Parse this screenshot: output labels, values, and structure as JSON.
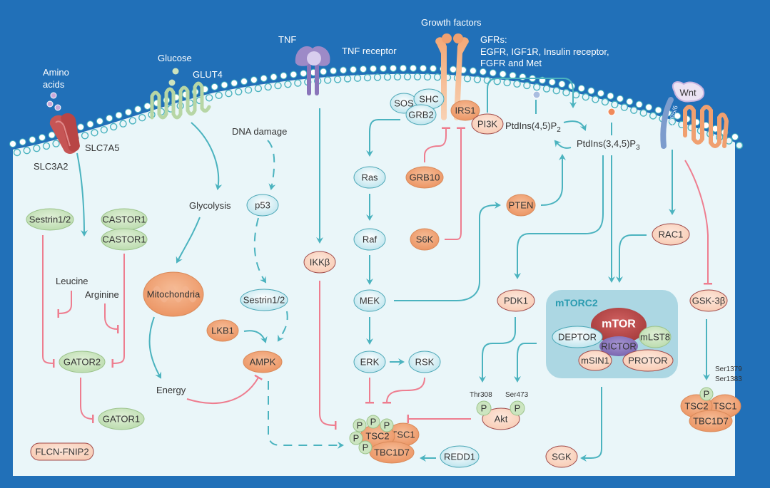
{
  "colors": {
    "background": "#2170b8",
    "cytoplasm": "#eaf6f9",
    "activation_arrow": "#4bb3bf",
    "inhibition_line": "#ee7d8f",
    "node_blue": "#d3eef3",
    "node_orange": "#f0a77a",
    "node_peach": "#fbd6c3",
    "node_green": "#cbe4bf",
    "mtorc2_box": "#acd7e3",
    "mtor": "#b84a4a",
    "rictor": "#8f7bc0"
  },
  "extracellular": {
    "amino_acids": "Amino\nacids",
    "amino_acids_l1": "Amino",
    "amino_acids_l2": "acids",
    "glucose": "Glucose",
    "glut4": "GLUT4",
    "tnf": "TNF",
    "tnf_receptor": "TNF receptor",
    "growth_factors": "Growth factors",
    "gfrs_l1": "GFRs:",
    "gfrs_l2": "EGFR, IGF1R, Insulin receptor,",
    "gfrs_l3": "FGFR and Met",
    "wnt": "Wnt",
    "lrp": "LRP5/6"
  },
  "membrane": {
    "slc7a5": "SLC7A5",
    "slc3a2": "SLC3A2"
  },
  "nodes": {
    "sestrin_left": "Sestrin1/2",
    "castor1_a": "CASTOR1",
    "castor1_b": "CASTOR1",
    "leucine": "Leucine",
    "arginine": "Arginine",
    "gator2": "GATOR2",
    "gator1": "GATOR1",
    "flcn": "FLCN-FNIP2",
    "glycolysis": "Glycolysis",
    "mitochondria": "Mitochondria",
    "energy": "Energy",
    "dna_damage": "DNA damage",
    "p53": "p53",
    "sestrin_mid": "Sestrin1/2",
    "lkb1": "LKB1",
    "ampk": "AMPK",
    "ikkb": "IKKβ",
    "sos": "SOS",
    "shc": "SHC",
    "grb2": "GRB2",
    "irs1": "IRS1",
    "pi3k": "PI3K",
    "ras": "Ras",
    "raf": "Raf",
    "mek": "MEK",
    "erk": "ERK",
    "rsk": "RSK",
    "grb10": "GRB10",
    "s6k": "S6K",
    "pten": "PTEN",
    "pip2_main": "PtdIns(4,5)P",
    "pip2_sub": "2",
    "pip3_main": "PtdIns(3,4,5)P",
    "pip3_sub": "3",
    "pdk1": "PDK1",
    "akt": "Akt",
    "thr308": "Thr308",
    "ser473": "Ser473",
    "p": "P",
    "tsc2": "TSC2",
    "tsc1": "TSC1",
    "tbc1d7": "TBC1D7",
    "redd1": "REDD1",
    "rac1": "RAC1",
    "gsk3b": "GSK-3β",
    "ser1379": "Ser1379",
    "ser1383": "Ser1383",
    "sgk": "SGK"
  },
  "mtorc2": {
    "title": "mTORC2",
    "mtor": "mTOR",
    "deptor": "DEPTOR",
    "mlst8": "mLST8",
    "rictor": "RICTOR",
    "msin1": "mSIN1",
    "protor": "PROTOR"
  }
}
